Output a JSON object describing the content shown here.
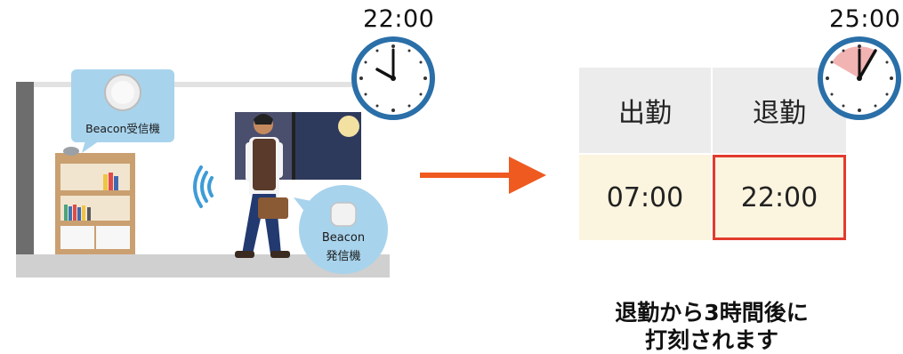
{
  "scene": {
    "receiver_label": "Beacon受信機",
    "transmitter_label_line1": "Beacon",
    "transmitter_label_line2": "発信機"
  },
  "clock_left": {
    "time": "22:00"
  },
  "clock_right": {
    "time": "25:00"
  },
  "table": {
    "headers": [
      "出勤",
      "退勤"
    ],
    "values": [
      "07:00",
      "22:00"
    ]
  },
  "caption": {
    "line1": "退勤から3時間後に",
    "line2": "打刻されます"
  },
  "colors": {
    "arrow": "#ee5a1f",
    "highlight_border": "#e23b2e",
    "header_bg": "#ececec",
    "value_bg": "#fbf4df",
    "clock_ring": "#2a6fa8",
    "bubble": "#a8d3ec",
    "elapsed_sector": "#f2b3b3"
  }
}
